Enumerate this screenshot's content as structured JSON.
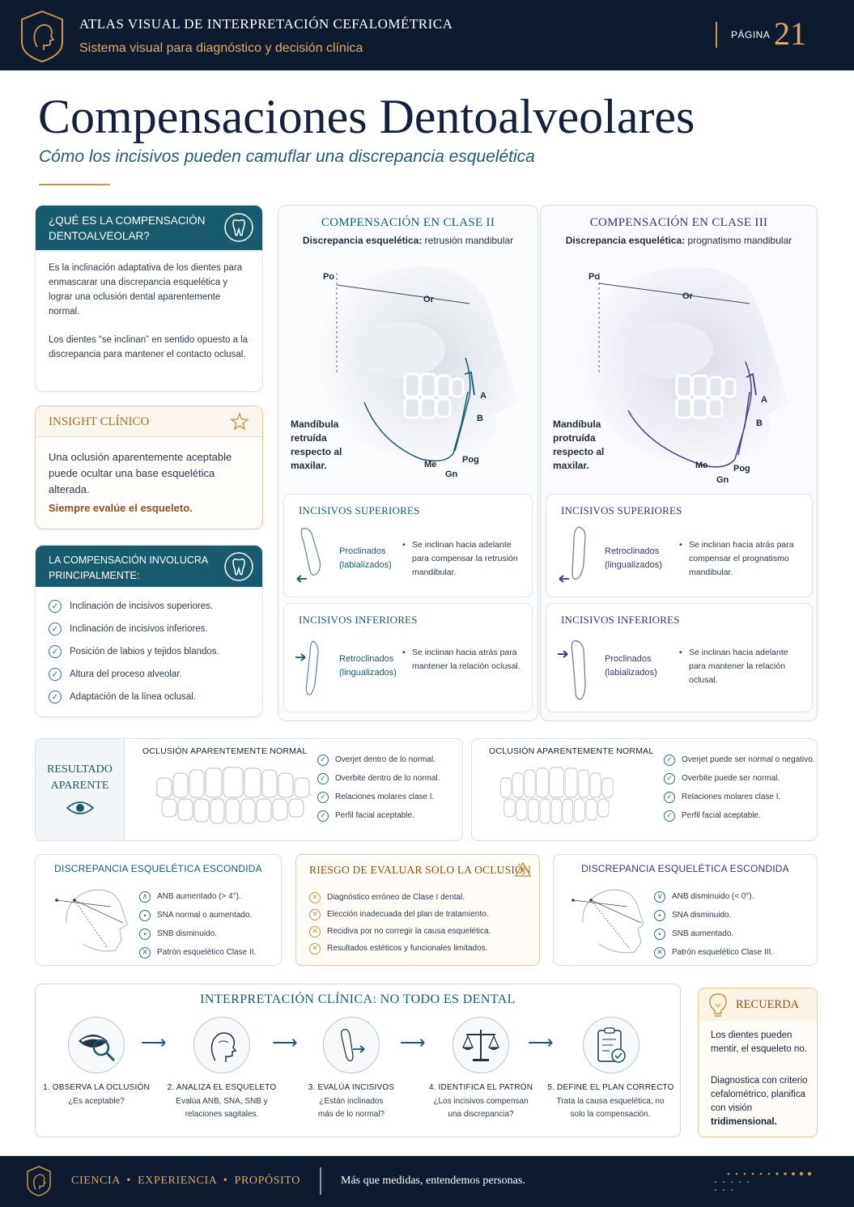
{
  "header": {
    "title": "ATLAS VISUAL DE INTERPRETACIÓN CEFALOMÉTRICA",
    "subtitle": "Sistema visual para diagnóstico y decisión clínica",
    "page_label": "PÁGINA",
    "page_number": "21"
  },
  "title": "Compensaciones Dentoalveolares",
  "subtitle": "Cómo los incisivos pueden camuflar una discrepancia esquelética",
  "what": {
    "heading_line1": "¿QUÉ ES LA COMPENSACIÓN",
    "heading_line2": "DENTOALVEOLAR?",
    "p1": "Es la inclinación adaptativa de los dientes para enmascarar una discrepancia esquelética y lograr una oclusión dental aparentemente normal.",
    "p2": "Los dientes “se inclinan” en sentido opuesto a la discrepancia para mantener el contacto oclusal."
  },
  "insight": {
    "heading": "INSIGHT CLÍNICO",
    "text": "Una oclusión aparentemente aceptable puede ocultar una base esquelética alterada.",
    "emphasis": "Siempre evalúe el esqueleto."
  },
  "involves": {
    "heading_line1": "LA COMPENSACIÓN INVOLUCRA",
    "heading_line2": "PRINCIPALMENTE:",
    "items": [
      "Inclinación de incisivos superiores.",
      "Inclinación de incisivos inferiores.",
      "Posición de labios y tejidos blandos.",
      "Altura del proceso alveolar.",
      "Adaptación de la línea oclusal."
    ]
  },
  "class2": {
    "title": "COMPENSACIÓN EN CLASE II",
    "sub_bold": "Discrepancia esquelética:",
    "sub_text": "retrusión mandibular",
    "landmarks": {
      "po": "Po",
      "or": "Or",
      "a": "A",
      "b": "B",
      "me": "Me",
      "pog": "Pog",
      "gn": "Gn"
    },
    "mand_label": "Mandíbula retruída respecto al maxilar.",
    "upper": {
      "heading": "INCISIVOS SUPERIORES",
      "label": "Proclinados (labializados)",
      "desc": "Se inclinan hacia adelante para compensar la retrusión mandibular."
    },
    "lower": {
      "heading": "INCISIVOS INFERIORES",
      "label": "Retroclinados (lingualizados)",
      "desc": "Se inclinan hacia atrás para mantener la relación oclusal."
    }
  },
  "class3": {
    "title": "COMPENSACIÓN EN CLASE III",
    "sub_bold": "Discrepancia esquelética:",
    "sub_text": "prognatismo mandibular",
    "landmarks": {
      "po": "Po",
      "or": "Or",
      "a": "A",
      "b": "B",
      "me": "Me",
      "pog": "Pog",
      "gn": "Gn"
    },
    "mand_label": "Mandíbula protruída respecto al maxilar.",
    "upper": {
      "heading": "INCISIVOS SUPERIORES",
      "label": "Retroclinados (lingualizados)",
      "desc": "Se inclinan hacia atrás para compensar el prognatismo mandibular."
    },
    "lower": {
      "heading": "INCISIVOS INFERIORES",
      "label": "Proclinados (labializados)",
      "desc": "Se inclinan hacia adelante para mantener la relación oclusal."
    }
  },
  "result": {
    "label_line1": "RESULTADO",
    "label_line2": "APARENTE",
    "left": {
      "heading": "OCLUSIÓN APARENTEMENTE NORMAL",
      "items": [
        "Overjet dentro de lo normal.",
        "Overbite dentro de lo normal.",
        "Relaciones molares clase I.",
        "Perfil facial aceptable."
      ]
    },
    "right": {
      "heading": "OCLUSIÓN APARENTEMENTE NORMAL",
      "items": [
        "Overjet puede ser normal o negativo.",
        "Overbite puede ser normal.",
        "Relaciones molares clase I.",
        "Perfil facial aceptable."
      ]
    }
  },
  "hidden_left": {
    "heading": "DISCREPANCIA ESQUELÉTICA ESCONDIDA",
    "items": [
      "ANB aumentado (> 4°).",
      "SNA normal o aumentado.",
      "SNB disminuido.",
      "Patrón esquelético Clase II."
    ]
  },
  "risk": {
    "heading": "RIESGO DE EVALUAR SOLO LA OCLUSIÓN",
    "items": [
      "Diagnóstico erróneo de Clase I dental.",
      "Elección inadecuada del plan de tratamiento.",
      "Recidiva por no corregir la causa esquelética.",
      "Resultados estéticos y funcionales limitados."
    ]
  },
  "hidden_right": {
    "heading": "DISCREPANCIA ESQUELÉTICA ESCONDIDA",
    "items": [
      "ANB disminuido (< 0°).",
      "SNA disminuido.",
      "SNB aumentado.",
      "Patrón esquelético Clase III."
    ]
  },
  "interpret": {
    "heading": "INTERPRETACIÓN CLÍNICA: NO TODO ES DENTAL",
    "steps": [
      {
        "title": "1. OBSERVA LA OCLUSIÓN",
        "desc": "¿Es aceptable?"
      },
      {
        "title": "2. ANALIZA EL ESQUELETO",
        "desc": "Evalúa ANB, SNA, SNB y relaciones sagitales."
      },
      {
        "title": "3. EVALÚA INCISIVOS",
        "desc": "¿Están inclinados más de lo normal?"
      },
      {
        "title": "4. IDENTIFICA EL PATRÓN",
        "desc": "¿Los incisivos compensan una discrepancia?"
      },
      {
        "title": "5. DEFINE EL PLAN CORRECTO",
        "desc": "Trata la causa esquelética, no solo la compensación."
      }
    ]
  },
  "remember": {
    "heading": "RECUERDA",
    "p1": "Los dientes pueden mentir, el esqueleto no.",
    "p2": "Diagnostica con criterio cefalométrico, planifica con visión",
    "p2_bold": "tridimensional."
  },
  "footer": {
    "values": "CIENCIA  •  EXPERIENCIA  •  PROPÓSITO",
    "motto": "Más que medidas, entendemos personas."
  },
  "colors": {
    "navy": "#0e1a2e",
    "teal": "#185a6e",
    "gold": "#c9954d",
    "purple": "#4a3f8f"
  }
}
